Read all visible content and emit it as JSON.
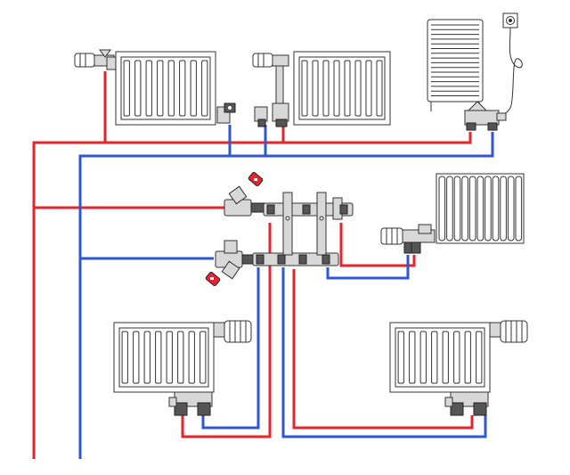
{
  "colors": {
    "supply": "#e8232c",
    "return": "#2f56d6",
    "background": "#ffffff",
    "outline": "#333333"
  },
  "components": {
    "panel_radiators": 4,
    "column_radiators": 1,
    "towel_rails": 1,
    "manifolds": 1,
    "balancing_valves": 2
  }
}
